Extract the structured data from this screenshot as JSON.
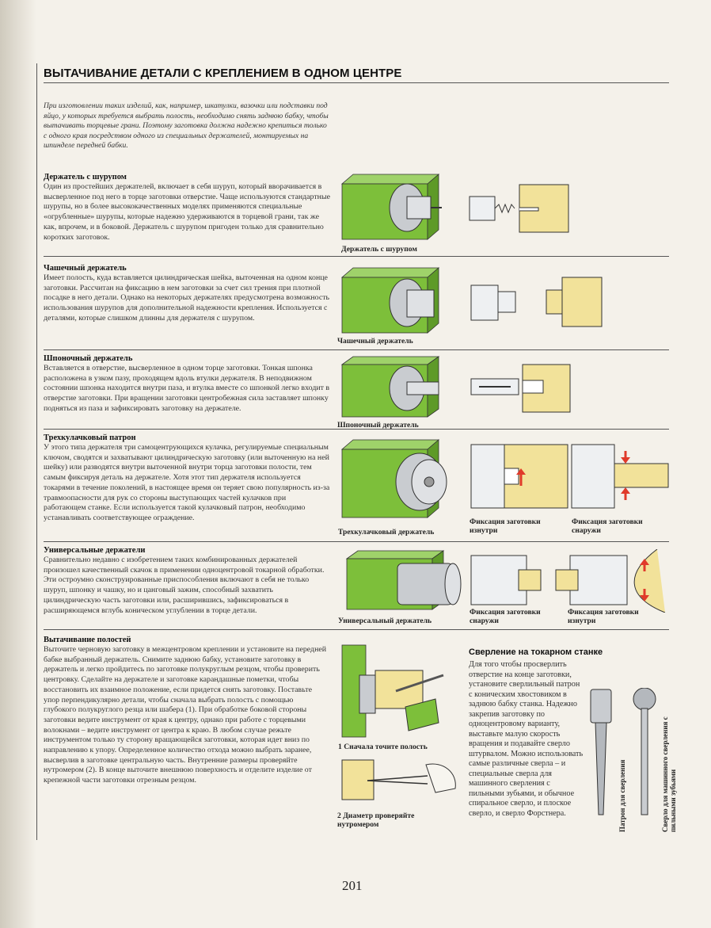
{
  "title": "ВЫТАЧИВАНИЕ ДЕТАЛИ С КРЕПЛЕНИЕМ В ОДНОМ ЦЕНТРЕ",
  "intro": "При изготовлении таких изделий, как, например, шкатулки, вазочки или подставки под яйцо, у которых требуется выбрать полость, необходимо снять заднюю бабку, чтобы вытачивать торцевые грани. Поэтому заготовка должна надежно крепиться только с одного края посредством одного из специальных держателей, монтируемых на шпинделе передней бабки.",
  "sections": [
    {
      "heading": "Держатель с шурупом",
      "text": "Один из простейших держателей, включает в себя шуруп, который вворачивается в высверленное под него в торце заготовки отверстие. Чаще используются стандартные шурупы, но в более высококачественных моделях применяются специальные «огрубленные» шурупы, которые надежно удерживаются в торцевой грани, так же как, впрочем, и в боковой. Держатель с шурупом пригоден только для сравнительно коротких заготовок."
    },
    {
      "heading": "Чашечный держатель",
      "text": "Имеет полость, куда вставляется цилиндрическая шейка, выточенная на одном конце заготовки. Рассчитан на фиксацию в нем заготовки за счет сил трения при плотной посадке в него детали. Однако на некоторых держателях предусмотрена возможность использования шурупов для дополнительной надежности крепления. Используется с деталями, которые слишком длинны для держателя с шурупом."
    },
    {
      "heading": "Шпоночный держатель",
      "text": "Вставляется в отверстие, высверленное в одном торце заготовки. Тонкая шпонка расположена в узком пазу, проходящем вдоль втулки держателя. В неподвижном состоянии шпонка находится внутри паза, и втулка вместе со шпонкой легко входит в отверстие заготовки. При вращении заготовки центробежная сила заставляет шпонку подняться из паза и зафиксировать заготовку на держателе."
    },
    {
      "heading": "Трехкулачковый патрон",
      "text": "У этого типа держателя три самоцентрующихся кулачка, регулируемые специальным ключом, сводятся и захватывают цилиндрическую заготовку (или выточенную на ней шейку) или разводятся внутри выточенной внутри торца заготовки полости, тем самым фиксируя деталь на держателе. Хотя этот тип держателя используется токарями в течение поколений, в настоящее время он теряет свою популярность из-за травмоопасности для рук со стороны выступающих частей кулачков при работающем станке. Если используется такой кулачковый патрон, необходимо устанавливать соответствующее ограждение."
    },
    {
      "heading": "Универсальные держатели",
      "text": "Сравнительно недавно с изобретением таких комбинированных держателей произошел качественный скачок в применении одноцентровой токарной обработки. Эти остроумно сконструированные приспособления включают в себя не только шуруп, шпонку и чашку, но и цанговый зажим, способный захватить цилиндрическую часть заготовки или, расширившись, зафиксироваться в расширяющемся вглубь коническом углублении в торце детали."
    },
    {
      "heading": "Вытачивание полостей",
      "text": "Выточите черновую заготовку в межцентровом креплении и установите на передней бабке выбранный держатель. Снимите заднюю бабку, установите заготовку в держатель и легко пройдитесь по заготовке полукруглым резцом, чтобы проверить центровку. Сделайте на держателе и заготовке карандашные пометки, чтобы восстановить их взаимное положение, если придется снять заготовку. Поставьте упор перпендикулярно детали, чтобы сначала выбрать полость с помощью глубокого полукруглого резца или шабера (1). При обработке боковой стороны заготовки ведите инструмент от края к центру, однако при работе с торцевыми волокнами – ведите инструмент от центра к краю. В любом случае режьте инструментом только ту сторону вращающейся заготовки, которая идет вниз по направлению к упору. Определенное количество отхода можно выбрать заранее, высверлив в заготовке центральную часть. Внутренние размеры проверяйте нутромером (2). В конце выточите внешнюю поверхность и отделите изделие от крепежной части заготовки отрезным резцом."
    }
  ],
  "captions": {
    "screw": "Держатель с шурупом",
    "cup": "Чашечный держатель",
    "key": "Шпоночный держатель",
    "chuck": "Трехкулачковый держатель",
    "chuck_in": "Фиксация заготовки изнутри",
    "chuck_out": "Фиксация заготовки снаружи",
    "universal": "Универсальный держатель",
    "univ_out": "Фиксация заготовки снаружи",
    "univ_in": "Фиксация заготовки изнутри",
    "step1": "1 Сначала точите полость",
    "step2": "2 Диаметр проверяйте нутромером",
    "drill_chuck": "Патрон для сверления",
    "forstner": "Сверло для машинного сверления с пильными зубьями"
  },
  "drilling": {
    "title": "Сверление на токарном станке",
    "text": "Для того чтобы просверлить отверстие на конце заготовки, установите сверлильный патрон с коническим хвостовиком в заднюю бабку станка. Надежно закрепив заготовку по одноцентровому варианту, выставьте малую скорость вращения и подавайте сверло штурвалом. Можно использовать самые различные сверла – и специальные сверла для машинного сверления с пильными зубьями, и обычное спиральное сверло, и плоское сверло, и сверло Форстнера."
  },
  "page_number": "201",
  "colors": {
    "machine_green": "#7dbf3a",
    "wood": "#f2e29a",
    "metal": "#c9ccd0",
    "arrow": "#e03a2a"
  }
}
